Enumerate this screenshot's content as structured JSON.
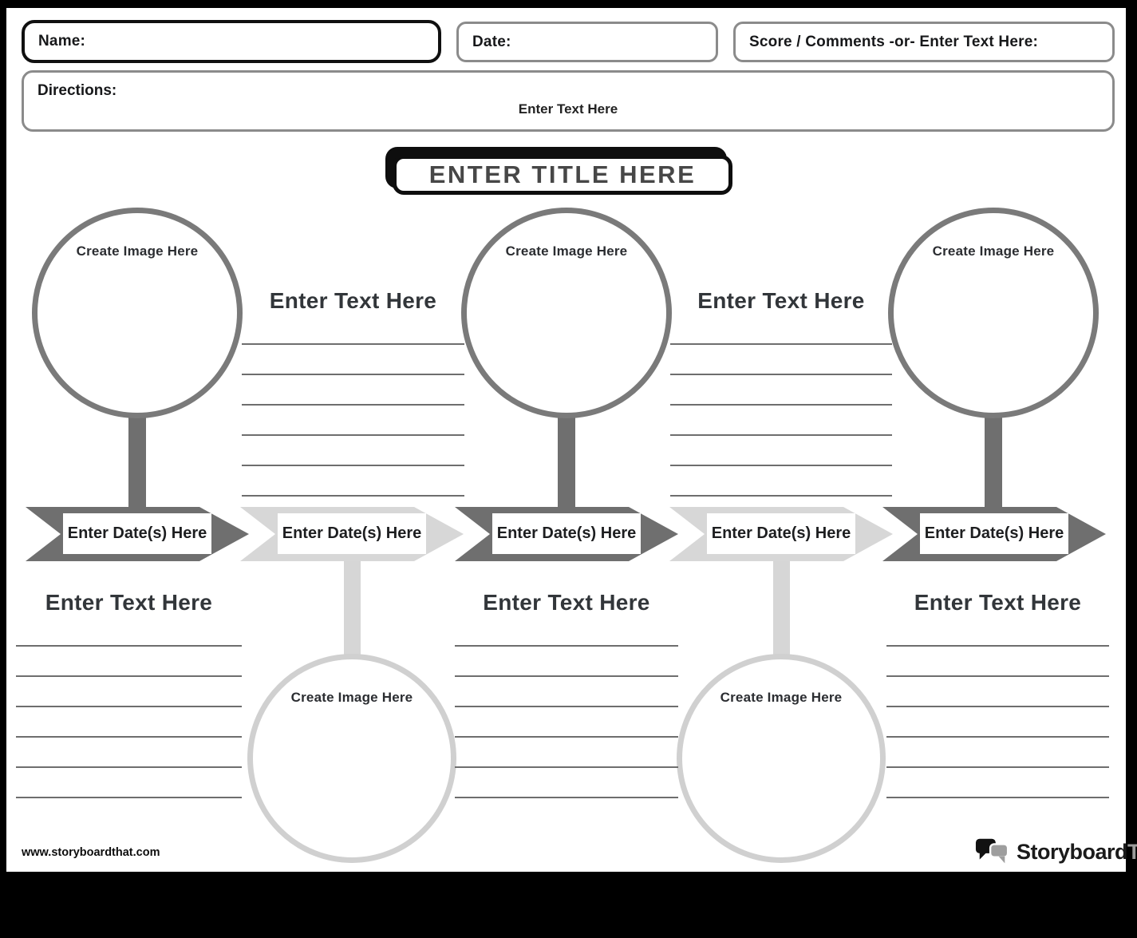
{
  "header": {
    "name_label": "Name:",
    "date_label": "Date:",
    "score_label": "Score / Comments -or- Enter Text Here:",
    "directions_label": "Directions:",
    "directions_text": "Enter Text Here"
  },
  "title": {
    "text": "ENTER TITLE HERE"
  },
  "timeline": {
    "segments": [
      {
        "label": "Enter Date(s) Here",
        "tone": "dark"
      },
      {
        "label": "Enter Date(s) Here",
        "tone": "light"
      },
      {
        "label": "Enter Date(s) Here",
        "tone": "dark"
      },
      {
        "label": "Enter Date(s) Here",
        "tone": "light"
      },
      {
        "label": "Enter Date(s) Here",
        "tone": "dark"
      }
    ]
  },
  "image_circles": {
    "top": [
      "Create Image Here",
      "Create Image Here",
      "Create Image Here"
    ],
    "bottom": [
      "Create Image Here",
      "Create Image Here"
    ]
  },
  "text_areas": {
    "top": [
      {
        "heading": "Enter Text Here"
      },
      {
        "heading": "Enter Text Here"
      }
    ],
    "bottom": [
      {
        "heading": "Enter Text Here"
      },
      {
        "heading": "Enter Text Here"
      },
      {
        "heading": "Enter Text Here"
      }
    ]
  },
  "footer": {
    "url": "www.storyboardthat.com",
    "brand_primary": "Storyboard",
    "brand_secondary": "That"
  },
  "colors": {
    "arrow_dark": "#6f6f6f",
    "arrow_light": "#d7d7d7",
    "top_circle_border": "#7a7a7a",
    "bottom_circle_border": "#d0d0d0",
    "rule_line": "#6e6e6e",
    "brand_gray": "#9b9b9b"
  }
}
